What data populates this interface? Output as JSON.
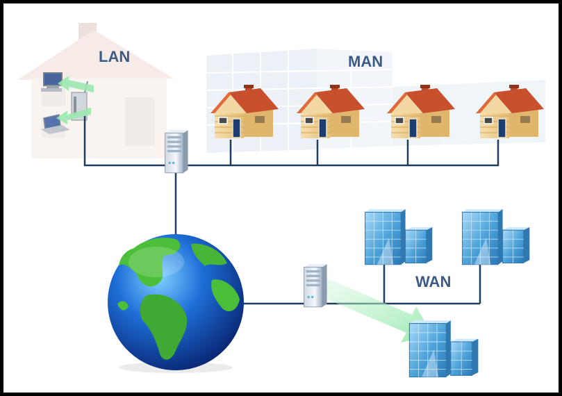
{
  "labels": {
    "lan": "LAN",
    "man": "MAN",
    "wan": "WAN"
  },
  "colors": {
    "cable": "#1c3d5c",
    "label": "#3c5a86",
    "roof": "#c8502c",
    "wall": "#f1d49a",
    "building_glass": "#5aa9dc",
    "arrow": "#9be8b0",
    "ocean": "#1e6fd8",
    "land": "#4cbf3a"
  },
  "nodes": {
    "lan_house": "house-icon",
    "man_houses": [
      "house-icon",
      "house-icon",
      "house-icon",
      "house-icon"
    ],
    "servers": [
      "server-icon",
      "server-icon"
    ],
    "wan_buildings": [
      "office-building-icon",
      "office-building-icon",
      "office-building-icon"
    ],
    "globe": "globe-icon"
  }
}
